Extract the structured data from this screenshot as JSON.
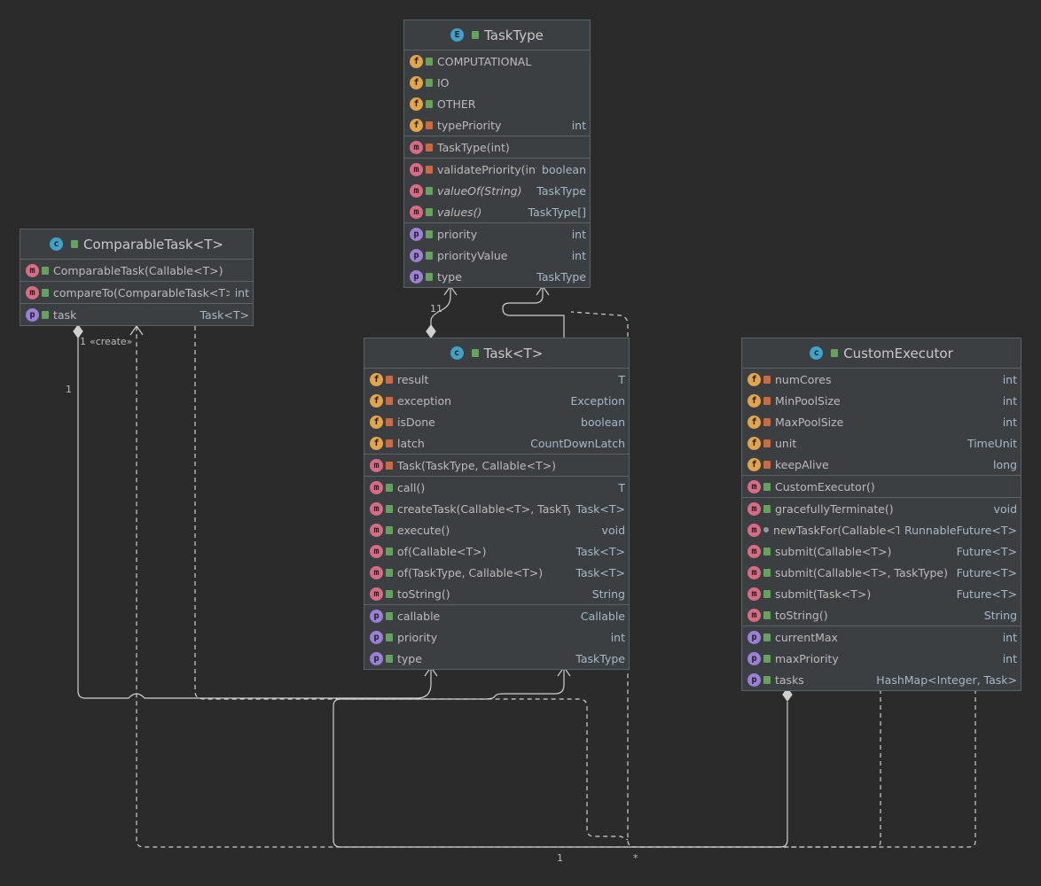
{
  "classes": {
    "tasktype": {
      "kind": "E",
      "name": "TaskType",
      "sections": [
        [
          {
            "k": "f",
            "vis": "public",
            "name": "COMPUTATIONAL",
            "type": ""
          },
          {
            "k": "f",
            "vis": "public",
            "name": "IO",
            "type": ""
          },
          {
            "k": "f",
            "vis": "public",
            "name": "OTHER",
            "type": ""
          },
          {
            "k": "f",
            "vis": "private",
            "name": "typePriority",
            "type": "int"
          }
        ],
        [
          {
            "k": "m",
            "vis": "private",
            "name": "TaskType(int)",
            "type": ""
          }
        ],
        [
          {
            "k": "m",
            "vis": "private",
            "name": "validatePriority(int)",
            "type": "boolean"
          },
          {
            "k": "m",
            "vis": "public",
            "name": "valueOf(String)",
            "type": "TaskType",
            "italic": true
          },
          {
            "k": "m",
            "vis": "public",
            "name": "values()",
            "type": "TaskType[]",
            "italic": true
          }
        ],
        [
          {
            "k": "p",
            "vis": "public",
            "name": "priority",
            "type": "int"
          },
          {
            "k": "p",
            "vis": "public",
            "name": "priorityValue",
            "type": "int"
          },
          {
            "k": "p",
            "vis": "public",
            "name": "type",
            "type": "TaskType"
          }
        ]
      ]
    },
    "comparabletask": {
      "kind": "C",
      "name": "ComparableTask<T>",
      "sections": [
        [
          {
            "k": "m",
            "vis": "public",
            "name": "ComparableTask(Callable<T>)",
            "type": ""
          }
        ],
        [
          {
            "k": "m",
            "vis": "public",
            "name": "compareTo(ComparableTask<T>)",
            "type": "int"
          }
        ],
        [
          {
            "k": "p",
            "vis": "public",
            "name": "task",
            "type": "Task<T>"
          }
        ]
      ]
    },
    "task": {
      "kind": "C",
      "name": "Task<T>",
      "sections": [
        [
          {
            "k": "f",
            "vis": "private",
            "name": "result",
            "type": "T"
          },
          {
            "k": "f",
            "vis": "private",
            "name": "exception",
            "type": "Exception"
          },
          {
            "k": "f",
            "vis": "private",
            "name": "isDone",
            "type": "boolean"
          },
          {
            "k": "f",
            "vis": "private",
            "name": "latch",
            "type": "CountDownLatch"
          }
        ],
        [
          {
            "k": "m",
            "vis": "private",
            "name": "Task(TaskType, Callable<T>)",
            "type": ""
          }
        ],
        [
          {
            "k": "m",
            "vis": "public",
            "name": "call()",
            "type": "T"
          },
          {
            "k": "m",
            "vis": "public",
            "name": "createTask(Callable<T>, TaskType)",
            "type": "Task<T>"
          },
          {
            "k": "m",
            "vis": "public",
            "name": "execute()",
            "type": "void"
          },
          {
            "k": "m",
            "vis": "public",
            "name": "of(Callable<T>)",
            "type": "Task<T>"
          },
          {
            "k": "m",
            "vis": "public",
            "name": "of(TaskType, Callable<T>)",
            "type": "Task<T>"
          },
          {
            "k": "m",
            "vis": "public",
            "name": "toString()",
            "type": "String"
          }
        ],
        [
          {
            "k": "p",
            "vis": "public",
            "name": "callable",
            "type": "Callable"
          },
          {
            "k": "p",
            "vis": "public",
            "name": "priority",
            "type": "int"
          },
          {
            "k": "p",
            "vis": "public",
            "name": "type",
            "type": "TaskType"
          }
        ]
      ]
    },
    "customexecutor": {
      "kind": "C",
      "name": "CustomExecutor",
      "sections": [
        [
          {
            "k": "f",
            "vis": "private",
            "name": "numCores",
            "type": "int"
          },
          {
            "k": "f",
            "vis": "private",
            "name": "MinPoolSize",
            "type": "int"
          },
          {
            "k": "f",
            "vis": "private",
            "name": "MaxPoolSize",
            "type": "int"
          },
          {
            "k": "f",
            "vis": "private",
            "name": "unit",
            "type": "TimeUnit"
          },
          {
            "k": "f",
            "vis": "private",
            "name": "keepAlive",
            "type": "long"
          }
        ],
        [
          {
            "k": "m",
            "vis": "public",
            "name": "CustomExecutor()",
            "type": ""
          }
        ],
        [
          {
            "k": "m",
            "vis": "public",
            "name": "gracefullyTerminate()",
            "type": "void"
          },
          {
            "k": "m",
            "vis": "package",
            "name": "newTaskFor(Callable<T>)",
            "type": "RunnableFuture<T>"
          },
          {
            "k": "m",
            "vis": "public",
            "name": "submit(Callable<T>)",
            "type": "Future<T>"
          },
          {
            "k": "m",
            "vis": "public",
            "name": "submit(Callable<T>, TaskType)",
            "type": "Future<T>"
          },
          {
            "k": "m",
            "vis": "public",
            "name": "submit(Task<T>)",
            "type": "Future<T>"
          },
          {
            "k": "m",
            "vis": "public",
            "name": "toString()",
            "type": "String"
          }
        ],
        [
          {
            "k": "p",
            "vis": "public",
            "name": "currentMax",
            "type": "int"
          },
          {
            "k": "p",
            "vis": "public",
            "name": "maxPriority",
            "type": "int"
          },
          {
            "k": "p",
            "vis": "public",
            "name": "tasks",
            "type": "HashMap<Integer, Task>"
          }
        ]
      ]
    }
  },
  "edge_labels": {
    "task_tasktype_mult": "11",
    "comparable_mult_top": "1",
    "create_stereotype": "«create»",
    "comparable_mult_left": "1",
    "bottom_mult_1": "1",
    "bottom_mult_star": "*"
  },
  "colors": {
    "background": "#2b2b2b",
    "box": "#3c3f41",
    "border": "#5c6164",
    "line": "#cfcfcf"
  }
}
